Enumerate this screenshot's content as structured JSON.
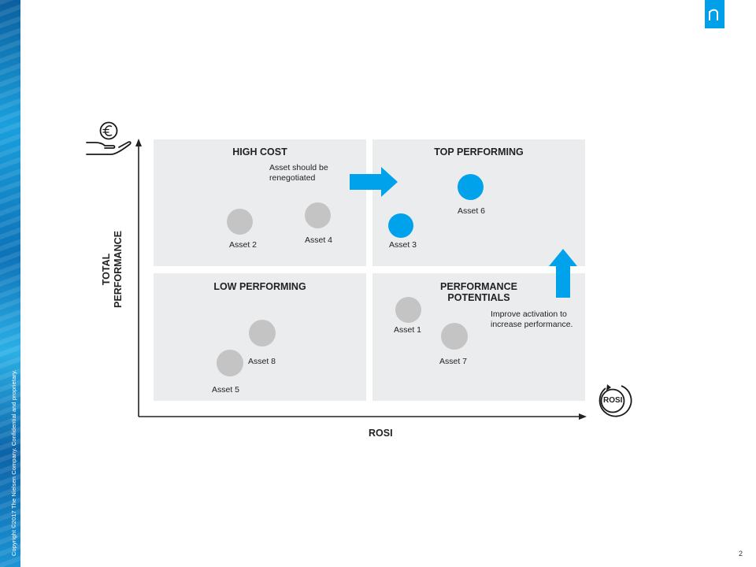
{
  "footer": {
    "copyright": "Copyright ©2017 The Nielsen Company. Confidential and proprietary.",
    "page_number": "2"
  },
  "logo": {
    "glyph": "n",
    "color": "#00a0e9"
  },
  "axes": {
    "y_label_line1": "TOTAL",
    "y_label_line2": "PERFORMANCE",
    "x_label": "ROSI",
    "x_icon_text": "ROSI",
    "y_icon_name": "euro-coin-hand-icon"
  },
  "quadrants": {
    "high_cost": {
      "title": "HIGH  COST",
      "note_line1": "Asset should be",
      "note_line2": "renegotiated"
    },
    "top_performing": {
      "title": "TOP PERFORMING"
    },
    "low_performing": {
      "title": "LOW PERFORMING"
    },
    "performance_potentials": {
      "title_line1": "PERFORMANCE",
      "title_line2": "POTENTIALS",
      "note_line1": "Improve activation to",
      "note_line2": "increase performance."
    }
  },
  "assets": {
    "asset1": "Asset 1",
    "asset2": "Asset 2",
    "asset3": "Asset 3",
    "asset4": "Asset 4",
    "asset5": "Asset 5",
    "asset6": "Asset 6",
    "asset7": "Asset 7",
    "asset8": "Asset 8"
  },
  "colors": {
    "highlight": "#00a3eb",
    "neutral_dot": "#c4c4c5",
    "quadrant_bg": "#ebecee"
  }
}
